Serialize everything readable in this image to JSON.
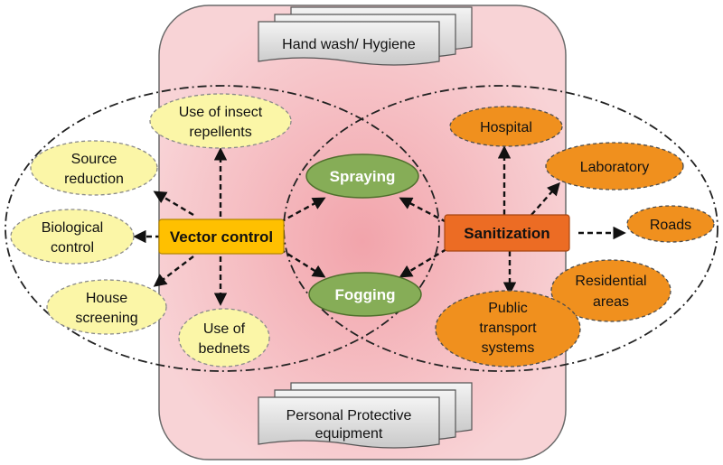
{
  "colors": {
    "panel_fill": "#f6c8cc",
    "panel_center": "#f2a4ab",
    "panel_stroke": "#6a6a6a",
    "yellow_fill": "#fbf6a7",
    "yellow_stroke": "#8a8a8a",
    "orange_fill": "#f0901e",
    "orange_stroke": "#4d4d4d",
    "green_fill": "#86ad57",
    "green_stroke": "#4f6f2c",
    "vector_hub_fill": "#ffc000",
    "sanitization_hub_fill": "#ec6c24",
    "doc_fill": "#dcdcdc",
    "arrow": "#111111"
  },
  "documents": {
    "top": "Hand wash/ Hygiene",
    "bottom_line1": "Personal Protective",
    "bottom_line2": "equipment"
  },
  "hubs": {
    "vector_control": "Vector control",
    "sanitization": "Sanitization"
  },
  "shared": {
    "spraying": "Spraying",
    "fogging": "Fogging"
  },
  "vector_nodes": {
    "insect_repellents": [
      "Use of insect",
      "repellents"
    ],
    "source_reduction": [
      "Source",
      "reduction"
    ],
    "biological_control": [
      "Biological",
      "control"
    ],
    "house_screening": [
      "House",
      "screening"
    ],
    "bednets": [
      "Use of",
      "bednets"
    ]
  },
  "sanitization_nodes": {
    "hospital": "Hospital",
    "laboratory": "Laboratory",
    "roads": "Roads",
    "residential": [
      "Residential",
      "areas"
    ],
    "public_transport": [
      "Public",
      "transport",
      "systems"
    ]
  }
}
